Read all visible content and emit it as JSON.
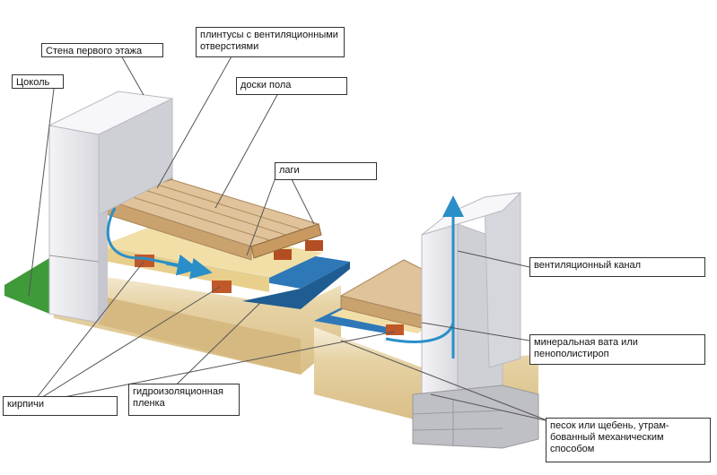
{
  "labels": {
    "wall_first_floor": "Стена первого этажа",
    "plinth": "Цоколь",
    "baseboards": "плинтусы с вентиляционными отверстиями",
    "floor_boards": "доски пола",
    "joists": "лаги",
    "vent_channel": "вентиляционный канал",
    "mineral_wool": "минеральная вата или пенополистироп",
    "bricks": "кирпичи",
    "waterproof_film": "гидроизоляционная пленка",
    "sand_gravel": "песок или щебень, утрам-бованный механическим способом"
  },
  "colors": {
    "wall": "#e8e8ec",
    "boards": "#e0c39a",
    "insulation": "#f2dfa8",
    "brick": "#c0582a",
    "film": "#2e78b8",
    "sand": "#e3cfa0",
    "grass": "#3f9a3a",
    "arrow": "#2a8fc8"
  }
}
